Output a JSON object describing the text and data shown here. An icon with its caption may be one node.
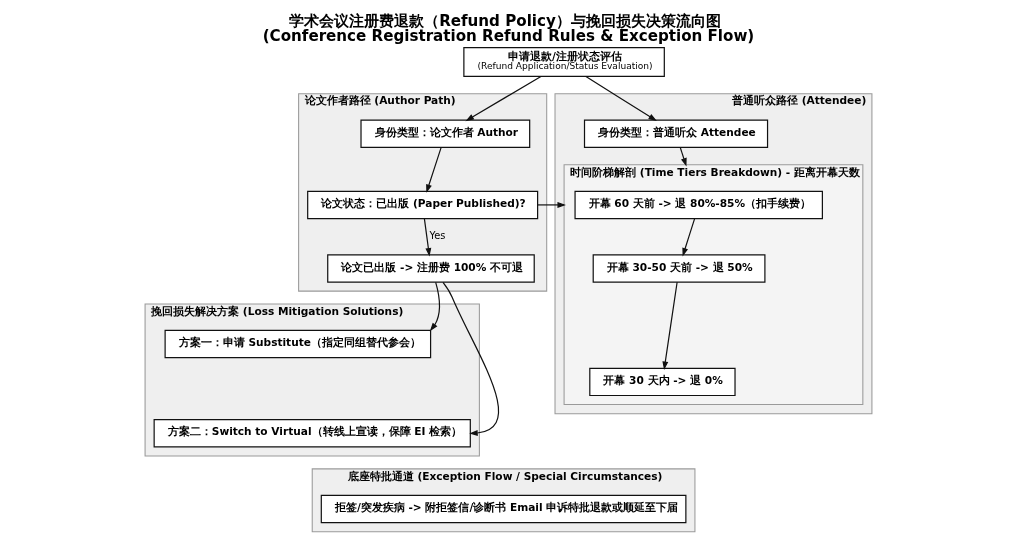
{
  "diagram": {
    "title": "学术会议注册费退款（Refund Policy）与挽回损失决策流向图 (Conference Registration Refund Rules & Exception Flow)",
    "nodes": [
      {
        "text": [
          "申请退款/注册状态评估",
          "(Refund Application/Status Evaluation)"
        ]
      },
      {
        "text": [
          "论文作者路径 (Author Path)"
        ]
      },
      {
        "text": [
          "身份类型：论文作者 Author"
        ],
        "in": 1
      },
      {
        "text": [
          "论文状态：已出版 (Paper Published)?"
        ],
        "in": 1
      },
      {
        "text": [
          "论文已出版 -> 注册费 100% 不可退"
        ],
        "in": 1
      },
      {
        "text": [
          "挽回损失解决方案 (Loss Mitigation Solutions)"
        ]
      },
      {
        "text": [
          "方案一：申请 Substitute（指定同组替代参会）"
        ],
        "in": 5
      },
      {
        "text": [
          "方案二：Switch to Virtual（转线上宣读，保障 EI 检索）"
        ],
        "in": 5
      },
      {
        "text": [
          "普通听众路径 (Attendee)"
        ]
      },
      {
        "text": [
          "身份类型：普通听众 Attendee"
        ],
        "in": 8
      },
      {
        "text": [
          "时间阶梯解剖 (Time Tiers Breakdown) - 距离开幕天数"
        ],
        "in": 8
      },
      {
        "text": [
          "开幕 60 天前 -> 退 80%-85%（扣手续费）"
        ],
        "in": 10
      },
      {
        "text": [
          "开幕 30-50 天前 -> 退 50%"
        ],
        "in": 10
      },
      {
        "text": [
          "开幕 30 天内 -> 退 0%"
        ],
        "in": 10
      },
      {
        "text": [
          "底座特批通道 (Exception Flow / Special Circumstances)"
        ]
      },
      {
        "text": [
          "拒签/突发疾病 -> 附拒签信/诊断书 Email 申诉特批退款或顺延至下届"
        ],
        "in": 14
      }
    ],
    "edges": [
      {
        "from": 0,
        "to": 2,
        "arrow": "to"
      },
      {
        "from": 0,
        "to": 9,
        "arrow": "to"
      },
      {
        "from": 2,
        "to": 3,
        "arrow": "to"
      },
      {
        "from": 3,
        "to": 4,
        "arrow": "to",
        "label": "Yes"
      },
      {
        "from": 3,
        "to": 10,
        "arrow": "to"
      },
      {
        "from": 4,
        "to": 6,
        "arrow": "to"
      },
      {
        "from": 4,
        "to": 7,
        "arrow": "to"
      },
      {
        "from": 9,
        "to": 10,
        "arrow": "to"
      },
      {
        "from": 11,
        "to": 12,
        "arrow": "to"
      },
      {
        "from": 12,
        "to": 13,
        "arrow": "to"
      }
    ]
  }
}
